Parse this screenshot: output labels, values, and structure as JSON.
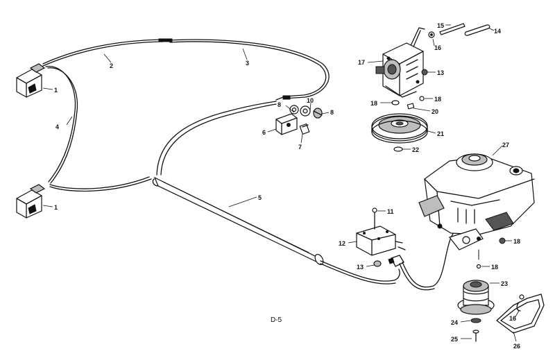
{
  "caption": "D-5",
  "callouts": [
    {
      "id": "c1a",
      "text": "1"
    },
    {
      "id": "c1b",
      "text": "1"
    },
    {
      "id": "c2",
      "text": "2"
    },
    {
      "id": "c3",
      "text": "3"
    },
    {
      "id": "c4",
      "text": "4"
    },
    {
      "id": "c5",
      "text": "5"
    },
    {
      "id": "c6",
      "text": "6"
    },
    {
      "id": "c7",
      "text": "7"
    },
    {
      "id": "c8a",
      "text": "8"
    },
    {
      "id": "c8b",
      "text": "8"
    },
    {
      "id": "c10",
      "text": "10"
    },
    {
      "id": "c11",
      "text": "11"
    },
    {
      "id": "c12",
      "text": "12"
    },
    {
      "id": "c13a",
      "text": "13"
    },
    {
      "id": "c13b",
      "text": "13"
    },
    {
      "id": "c14",
      "text": "14"
    },
    {
      "id": "c15",
      "text": "15"
    },
    {
      "id": "c16a",
      "text": "16"
    },
    {
      "id": "c16b",
      "text": "16"
    },
    {
      "id": "c17",
      "text": "17"
    },
    {
      "id": "c18a",
      "text": "18"
    },
    {
      "id": "c18b",
      "text": "18"
    },
    {
      "id": "c18c",
      "text": "18"
    },
    {
      "id": "c18d",
      "text": "18"
    },
    {
      "id": "c20",
      "text": "20"
    },
    {
      "id": "c21",
      "text": "21"
    },
    {
      "id": "c22",
      "text": "22"
    },
    {
      "id": "c23",
      "text": "23"
    },
    {
      "id": "c24",
      "text": "24"
    },
    {
      "id": "c25",
      "text": "25"
    },
    {
      "id": "c26",
      "text": "26"
    },
    {
      "id": "c27",
      "text": "27"
    }
  ]
}
